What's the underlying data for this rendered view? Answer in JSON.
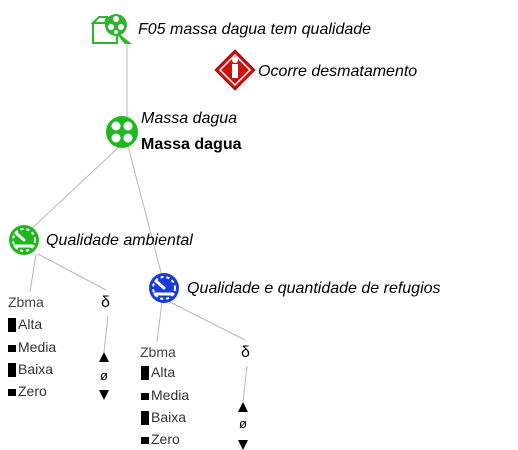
{
  "colors": {
    "goal_green": "#2db52d",
    "node_green": "#1fb81f",
    "quality_blue": "#1a3cd6",
    "warning_red": "#cc1111",
    "edge": "#b8b8b8"
  },
  "nodes": {
    "goal": {
      "label": "F05 massa dagua tem qualidade",
      "icon": "goal-icon"
    },
    "deforestation": {
      "label": "Ocorre desmatamento",
      "icon": "warning-diamond-icon"
    },
    "water_body": {
      "label_italic": "Massa dagua",
      "label_bold": "Massa dagua",
      "icon": "water-body-icon"
    },
    "env_quality": {
      "label": "Qualidade ambiental",
      "icon": "gauge-icon"
    },
    "refuge_quality": {
      "label": "Qualidade e quantidade de refugios",
      "icon": "gauge-icon"
    }
  },
  "env_quality_children": {
    "zbma": {
      "title": "Zbma",
      "states": [
        "Alta",
        "Media",
        "Baixa",
        "Zero"
      ]
    },
    "delta": {
      "symbol": "δ",
      "empty_symbol": "ø"
    }
  },
  "refuge_children": {
    "zbma": {
      "title": "Zbma",
      "states": [
        "Alta",
        "Media",
        "Baixa",
        "Zero"
      ]
    },
    "delta": {
      "symbol": "δ",
      "empty_symbol": "ø"
    }
  }
}
